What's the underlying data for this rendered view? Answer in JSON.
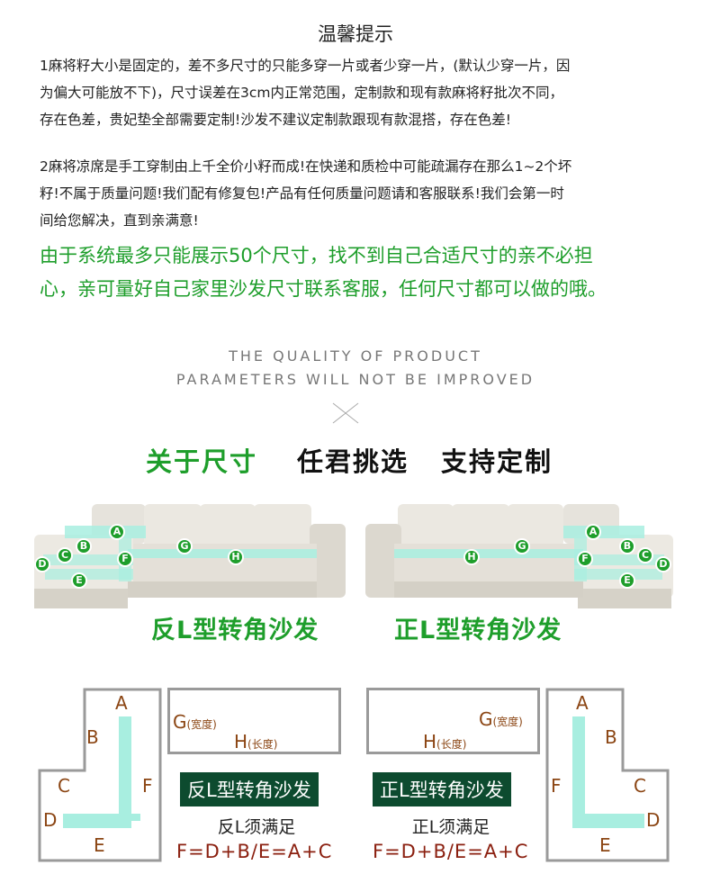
{
  "title": "温馨提示",
  "notes": {
    "p1": [
      "1麻将籽大小是固定的，差不多尺寸的只能多穿一片或者少穿一片，(默认少穿一片，因",
      "为偏大可能放不下)，尺寸误差在3cm内正常范围，定制款和现有款麻将籽批次不同，",
      "存在色差，贵妃垫全部需要定制!沙发不建议定制款跟现有款混搭，存在色差!"
    ],
    "p2": [
      "2麻将凉席是手工穿制由上千全价小籽而成!在快递和质检中可能疏漏存在那么1~2个坏",
      "籽!不属于质量问题!我们配有修复包!产品有任何质量问题请和客服联系!我们会第一时",
      "间给您解决，直到亲满意!"
    ],
    "green": [
      "由于系统最多只能展示50个尺寸，找不到自己合适尺寸的亲不必担",
      "心，亲可量好自己家里沙发尺寸联系客服，任何尺寸都可以做的哦。"
    ]
  },
  "quality": {
    "line1": "THE QUALITY OF PRODUCT",
    "line2": "PARAMETERS WILL NOT BE IMPROVED"
  },
  "headline": {
    "part1": "关于尺寸",
    "part2": "任君挑选",
    "part3": "支持定制"
  },
  "sofa_markers": {
    "A": "A",
    "B": "B",
    "C": "C",
    "D": "D",
    "E": "E",
    "F": "F",
    "G": "G",
    "H": "H"
  },
  "captions": {
    "reverse_l": "反L型转角沙发",
    "normal_l": "正L型转角沙发"
  },
  "diagram": {
    "letters": {
      "A": "A",
      "B": "B",
      "C": "C",
      "D": "D",
      "E": "E",
      "F": "F",
      "G": "G",
      "H": "H"
    },
    "width_label": "(宽度)",
    "length_label": "(长度)",
    "reverse_title": "反L型转角沙发",
    "normal_title": "正L型转角沙发",
    "reverse_rule": "反L须满足",
    "normal_rule": "正L须满足",
    "formula": "F=D+B/E=A+C"
  },
  "colors": {
    "green": "#1e9e2b",
    "dark_green": "#0d4b2f",
    "brown": "#8b4513",
    "mint": "#a8eee0"
  }
}
